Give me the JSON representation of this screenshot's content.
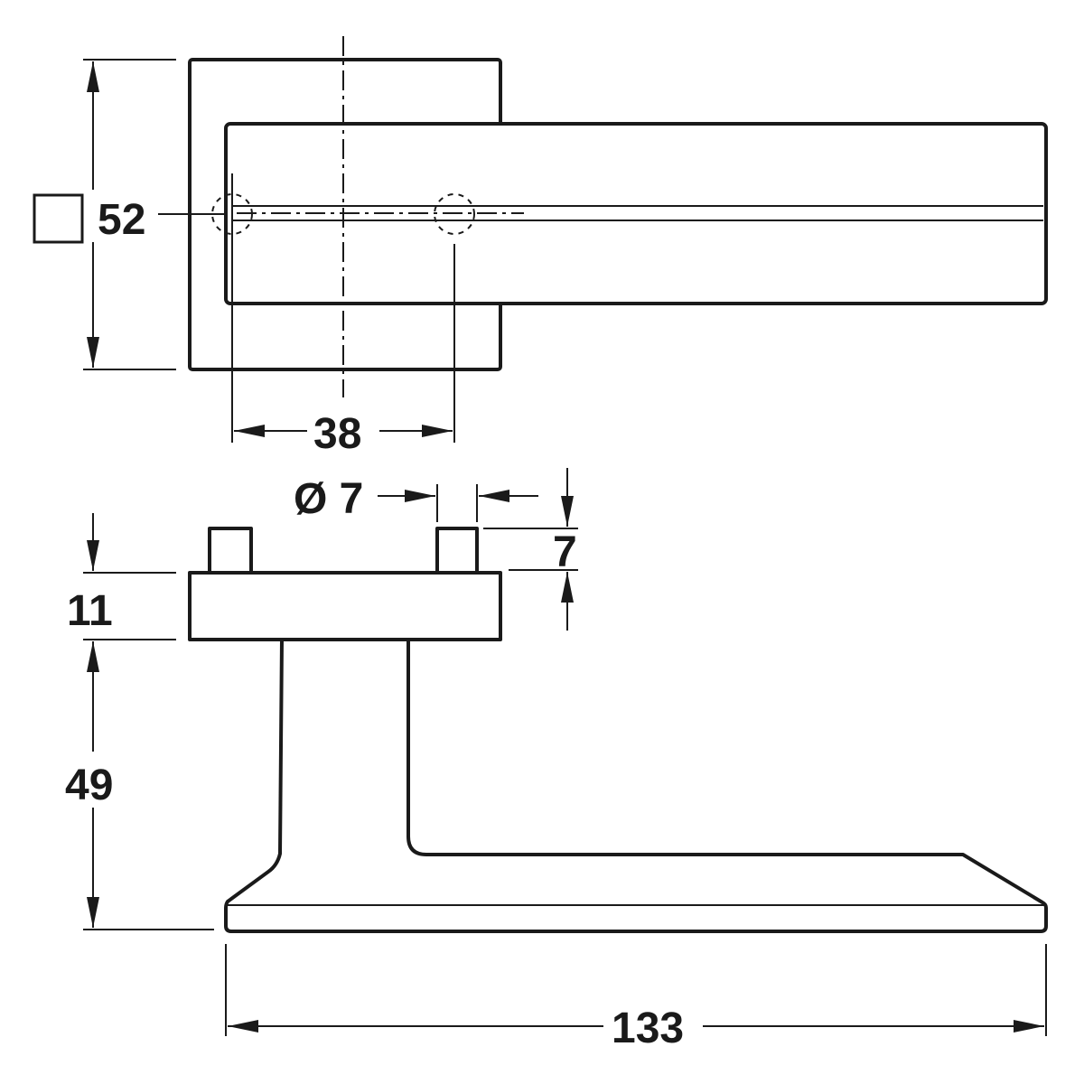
{
  "drawing": {
    "ink_color": "#1a1a1a",
    "background_color": "#ffffff",
    "dimensions": {
      "rose_square": "52",
      "hole_spacing": "38",
      "pin_diameter": "Ø 7",
      "pin_height": "7",
      "rose_thickness": "11",
      "lever_height": "49",
      "lever_length": "133"
    },
    "square_symbol_icon": "square-symbol-icon"
  }
}
